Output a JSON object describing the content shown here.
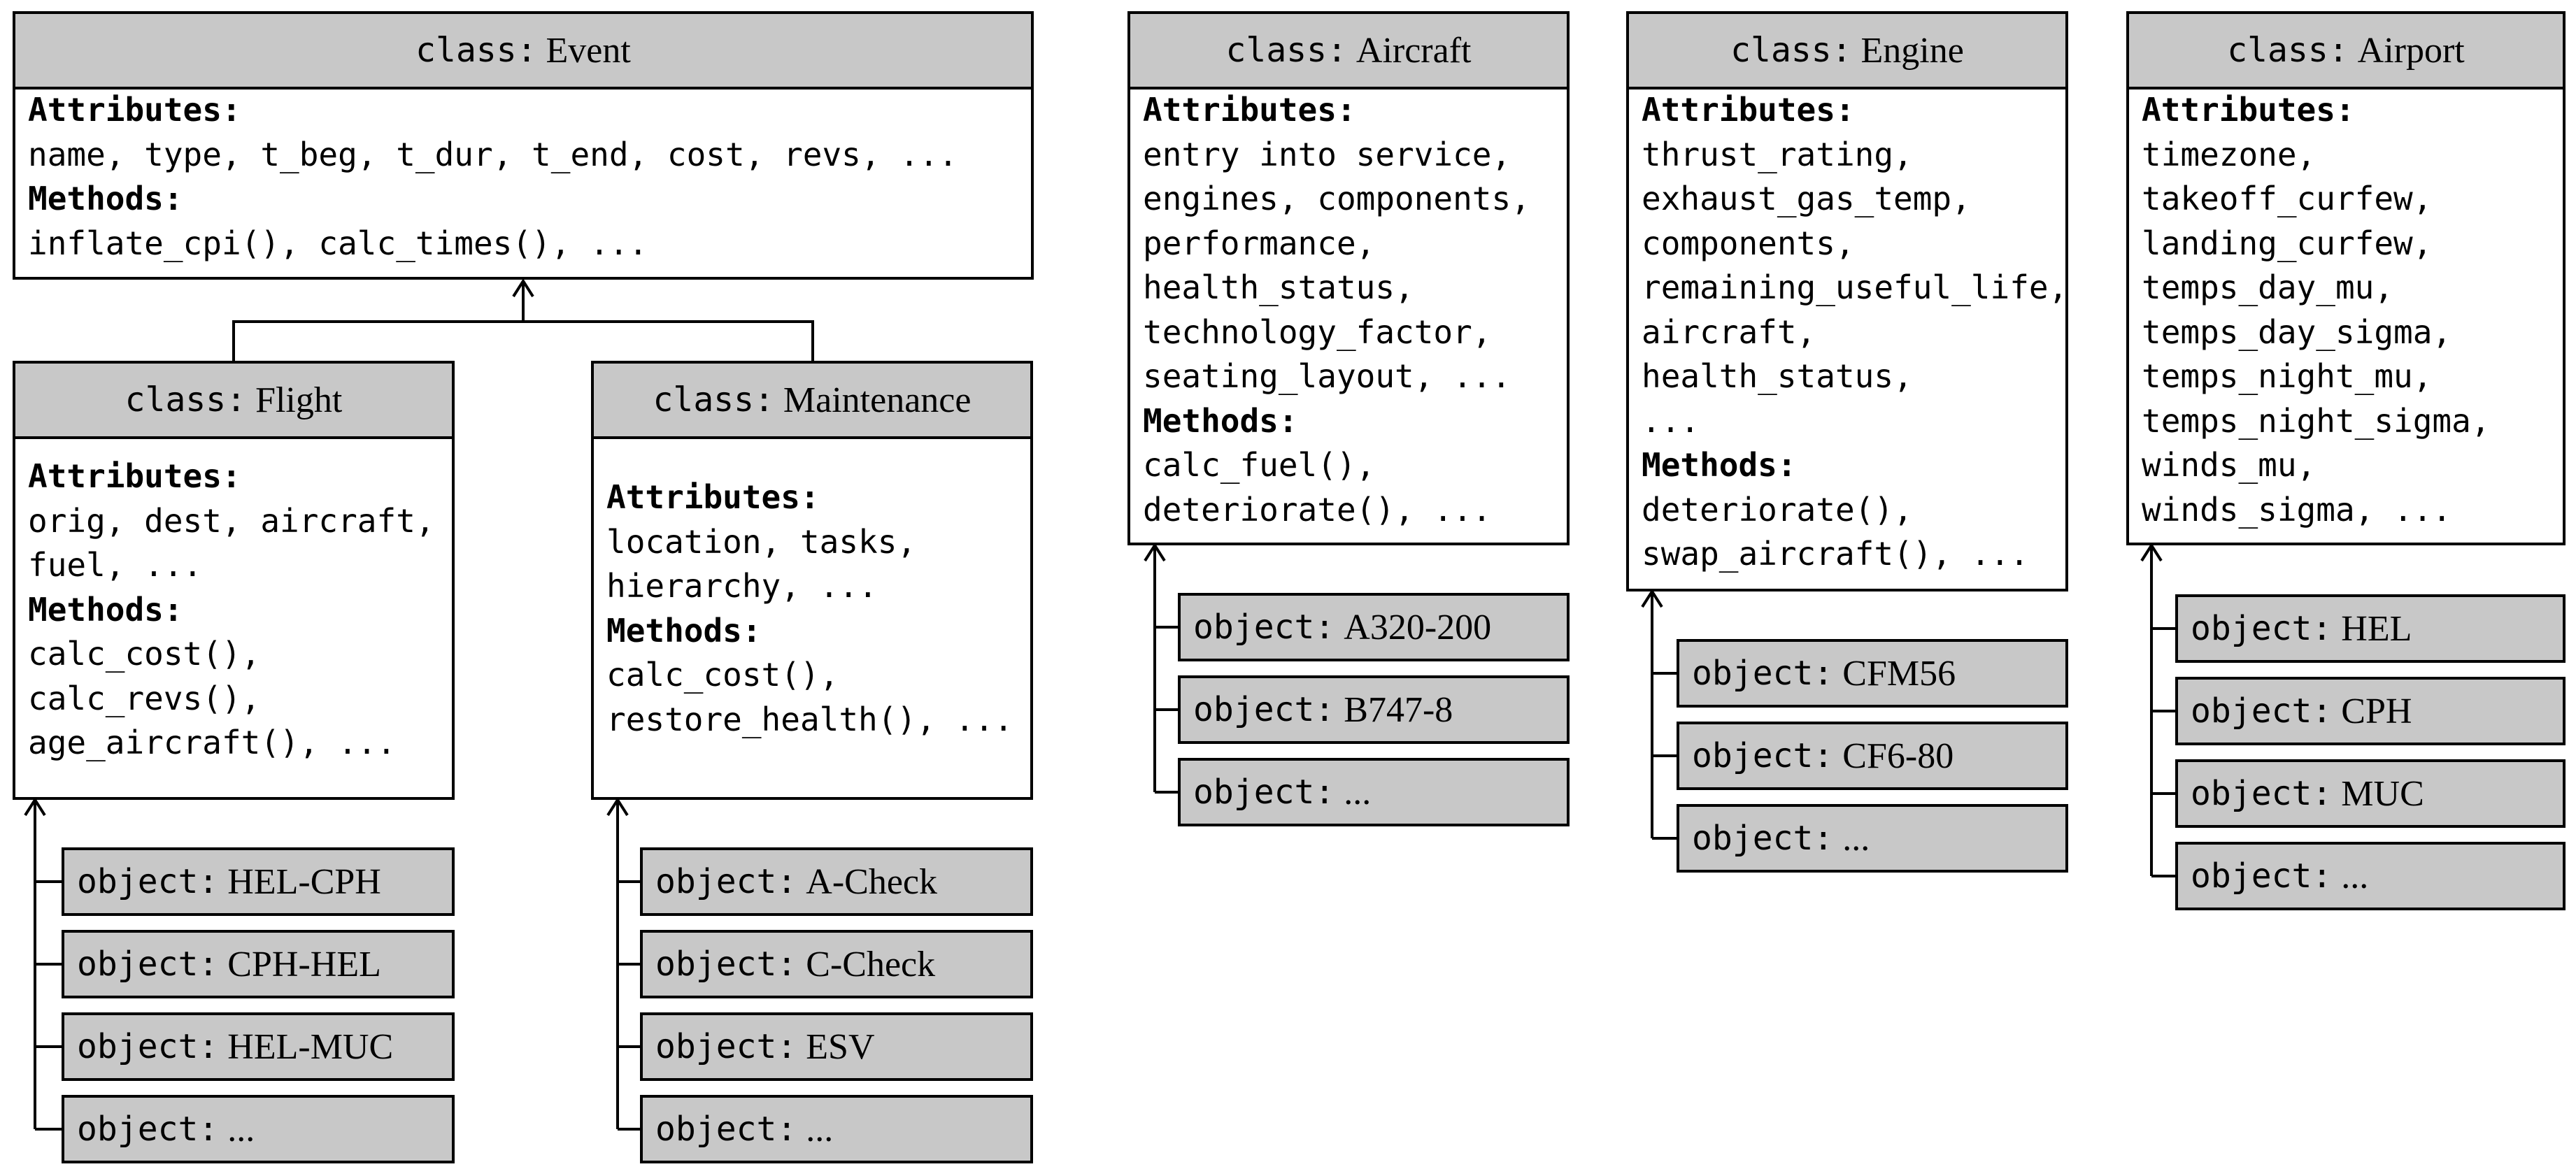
{
  "classes": {
    "event": {
      "header_prefix": "class:",
      "name": "Event",
      "attributes_label": "Attributes:",
      "attributes": [
        "name, type, t_beg, t_dur, t_end, cost, revs, ..."
      ],
      "methods_label": "Methods:",
      "methods": [
        "inflate_cpi(), calc_times(), ..."
      ]
    },
    "flight": {
      "header_prefix": "class:",
      "name": "Flight",
      "attributes_label": "Attributes:",
      "attributes": [
        "orig, dest, aircraft,",
        "fuel, ..."
      ],
      "methods_label": "Methods:",
      "methods": [
        "calc_cost(),",
        "calc_revs(),",
        "age_aircraft(), ..."
      ],
      "objects": [
        "HEL-CPH",
        "CPH-HEL",
        "HEL-MUC",
        "..."
      ]
    },
    "maintenance": {
      "header_prefix": "class:",
      "name": "Maintenance",
      "attributes_label": "Attributes:",
      "attributes": [
        "location, tasks,",
        "hierarchy, ..."
      ],
      "methods_label": "Methods:",
      "methods": [
        "calc_cost(),",
        "restore_health(), ..."
      ],
      "objects": [
        "A-Check",
        "C-Check",
        "ESV",
        "..."
      ]
    },
    "aircraft": {
      "header_prefix": "class:",
      "name": "Aircraft",
      "attributes_label": "Attributes:",
      "attributes": [
        "entry into service,",
        "engines, components,",
        "performance,",
        "health_status,",
        "technology_factor,",
        "seating_layout, ..."
      ],
      "methods_label": "Methods:",
      "methods": [
        "calc_fuel(),",
        "deteriorate(), ..."
      ],
      "objects": [
        "A320-200",
        "B747-8",
        "..."
      ]
    },
    "engine": {
      "header_prefix": "class:",
      "name": "Engine",
      "attributes_label": "Attributes:",
      "attributes": [
        "thrust_rating,",
        "exhaust_gas_temp,",
        "components,",
        "remaining_useful_life,",
        "aircraft,",
        "health_status,",
        "..."
      ],
      "methods_label": "Methods:",
      "methods": [
        "deteriorate(),",
        "swap_aircraft(), ..."
      ],
      "objects": [
        "CFM56",
        "CF6-80",
        "..."
      ]
    },
    "airport": {
      "header_prefix": "class:",
      "name": "Airport",
      "attributes_label": "Attributes:",
      "attributes": [
        "timezone,",
        "takeoff_curfew,",
        "landing_curfew,",
        "temps_day_mu,",
        "temps_day_sigma,",
        "temps_night_mu,",
        "temps_night_sigma,",
        "winds_mu,",
        "winds_sigma, ..."
      ],
      "methods_label": "",
      "methods": [],
      "objects": [
        "HEL",
        "CPH",
        "MUC",
        "..."
      ]
    }
  },
  "object_prefix": "object:",
  "colors": {
    "header_fill": "#c8c8c8",
    "object_fill": "#c8c8c8",
    "stroke": "#000000"
  }
}
